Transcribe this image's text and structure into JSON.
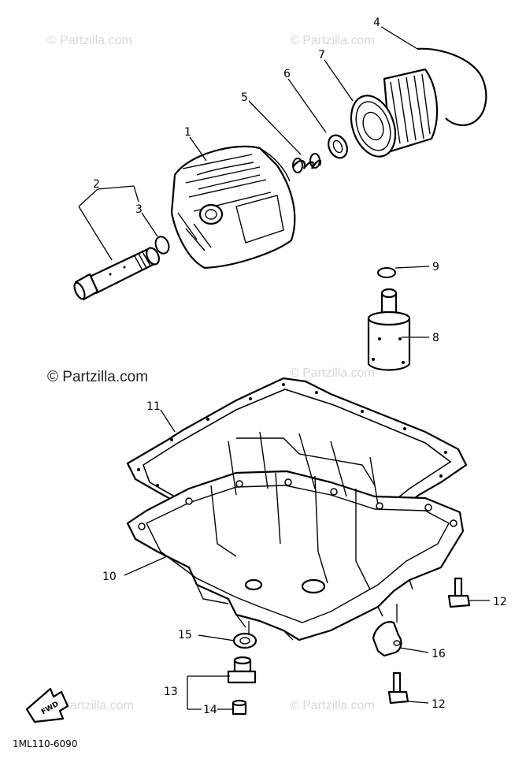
{
  "watermarks": {
    "top_left": "© Partzilla.com",
    "top_right": "© Partzilla.com",
    "mid_left": "© Partzilla.com",
    "mid_right": "© Partzilla.com",
    "bottom_left": "© Partzilla.com",
    "bottom_right": "© Partzilla.com"
  },
  "callouts": {
    "c1": "1",
    "c2": "2",
    "c3": "3",
    "c4": "4",
    "c5": "5",
    "c6": "6",
    "c7": "7",
    "c8": "8",
    "c9": "9",
    "c10": "10",
    "c11": "11",
    "c12a": "12",
    "c12b": "12",
    "c13": "13",
    "c14": "14",
    "c15": "15",
    "c16": "16"
  },
  "fwd_label": "FWD",
  "diagram_code": "1ML110-6090"
}
